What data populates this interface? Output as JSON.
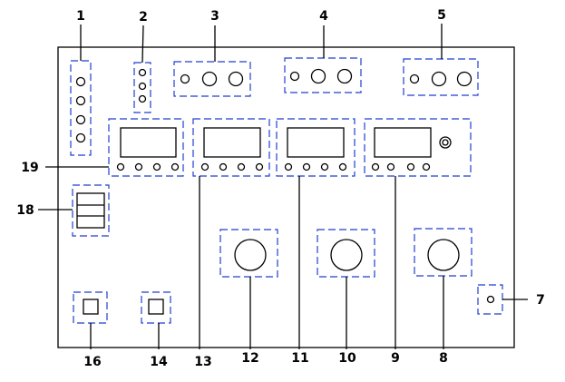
{
  "labels": {
    "l1": "1",
    "l2": "2",
    "l3": "3",
    "l4": "4",
    "l5": "5",
    "l7": "7",
    "l8": "8",
    "l9": "9",
    "l10": "10",
    "l11": "11",
    "l12": "12",
    "l13": "13",
    "l14": "14",
    "l16": "16",
    "l18": "18",
    "l19": "19"
  },
  "colors": {
    "dash_blue": "#1f3fd1",
    "line_black": "#000000"
  }
}
